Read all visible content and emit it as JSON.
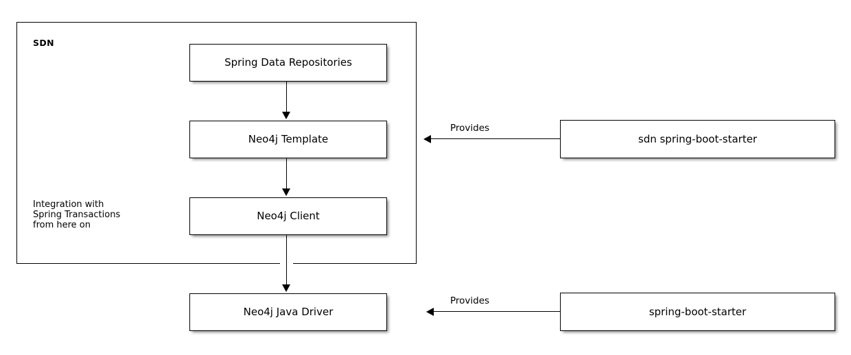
{
  "diagram": {
    "type": "block-diagram",
    "background_color": "#ffffff",
    "line_color": "#000000",
    "box_fill_color": "#ffffff"
  },
  "group": {
    "label": "SDN"
  },
  "nodes": {
    "spring_data_repositories": "Spring Data Repositories",
    "neo4j_template": "Neo4j Template",
    "neo4j_client": "Neo4j Client",
    "neo4j_java_driver": "Neo4j Java Driver",
    "sdn_spring_boot_starter": "sdn spring-boot-starter",
    "spring_boot_starter": "spring-boot-starter"
  },
  "annotations": {
    "integration_note": "Integration with\nSpring Transactions\nfrom here on"
  },
  "edges": {
    "provides_template": "Provides",
    "provides_driver": "Provides"
  }
}
